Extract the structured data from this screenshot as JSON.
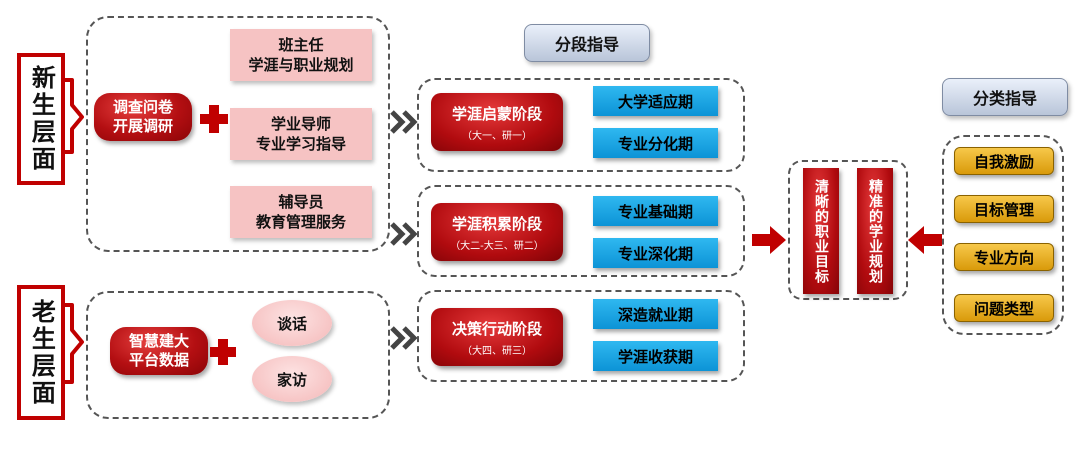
{
  "levels": {
    "new": "新生层面",
    "old": "老生层面"
  },
  "new_group": {
    "survey": "调查问卷\n开展调研",
    "mentors": [
      "班主任\n学涯与职业规划",
      "学业导师\n专业学习指导",
      "辅导员\n教育管理服务"
    ]
  },
  "old_group": {
    "data": "智慧建大\n平台数据",
    "methods": [
      "谈话",
      "家访"
    ]
  },
  "staged_header": "分段指导",
  "stages": [
    {
      "title": "学涯启蒙阶段",
      "sub": "（大一、研一）",
      "periods": [
        "大学适应期",
        "专业分化期"
      ]
    },
    {
      "title": "学涯积累阶段",
      "sub": "（大二-大三、研二）",
      "periods": [
        "专业基础期",
        "专业深化期"
      ]
    },
    {
      "title": "决策行动阶段",
      "sub": "（大四、研三）",
      "periods": [
        "深造就业期",
        "学涯收获期"
      ]
    }
  ],
  "goals": [
    "清晰的职业目标",
    "精准的学业规划"
  ],
  "category_header": "分类指导",
  "categories": [
    "自我激励",
    "目标管理",
    "专业方向",
    "问题类型"
  ],
  "colors": {
    "accent_red": "#c00000",
    "blue": "#0c93d6",
    "gold": "#e0a513",
    "pink": "#f6c3c3"
  }
}
